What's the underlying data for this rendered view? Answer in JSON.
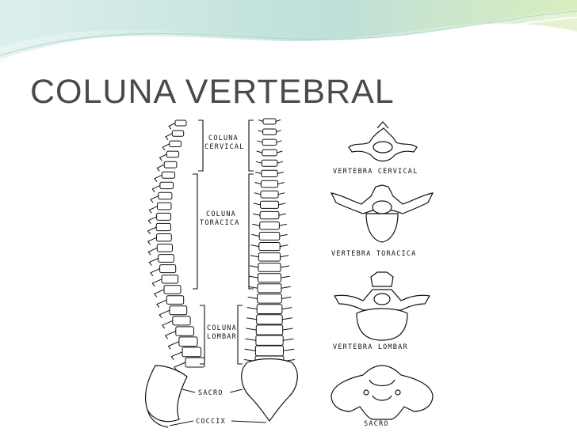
{
  "slide": {
    "title": "COLUNA VERTEBRAL"
  },
  "figure": {
    "region_labels": {
      "cervical_line1": "COLUNA",
      "cervical_line2": "CERVICAL",
      "thoracic_line1": "COLUNA",
      "thoracic_line2": "TORACICA",
      "lumbar_line1": "COLUNA",
      "lumbar_line2": "LOMBAR",
      "sacrum": "SACRO",
      "coccyx": "COCCIX"
    },
    "vertebra_captions": {
      "cervical": "VERTEBRA CERVICAL",
      "thoracic": "VERTEBRA TORACICA",
      "lumbar": "VERTEBRA LOMBAR",
      "sacrum": "SACRO"
    }
  },
  "colors": {
    "banner_teal": "#bfe3de",
    "banner_green": "#d9efb4",
    "title": "#4a4a4a",
    "line_art": "#111111"
  }
}
